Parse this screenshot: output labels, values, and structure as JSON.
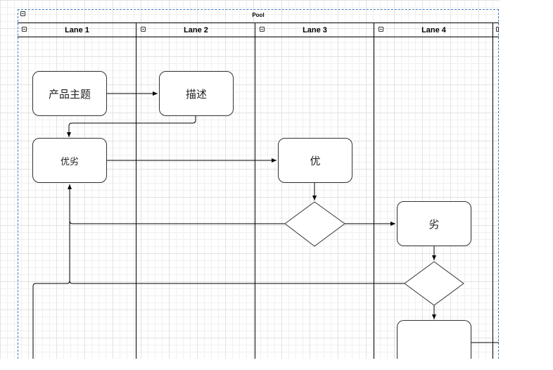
{
  "pool": {
    "title": "Pool"
  },
  "lanes": [
    {
      "label": "Lane 1"
    },
    {
      "label": "Lane 2"
    },
    {
      "label": "Lane 3"
    },
    {
      "label": "Lane 4"
    }
  ],
  "nodes": {
    "product_topic": "产品主题",
    "description": "描述",
    "pros_cons": "优劣",
    "pros": "优",
    "cons": "劣",
    "end_box": ""
  },
  "colors": {
    "pool_border": "#3a7dbd",
    "lane_line": "#000000",
    "node_border": "#333333",
    "grid": "#f0f0f0"
  }
}
